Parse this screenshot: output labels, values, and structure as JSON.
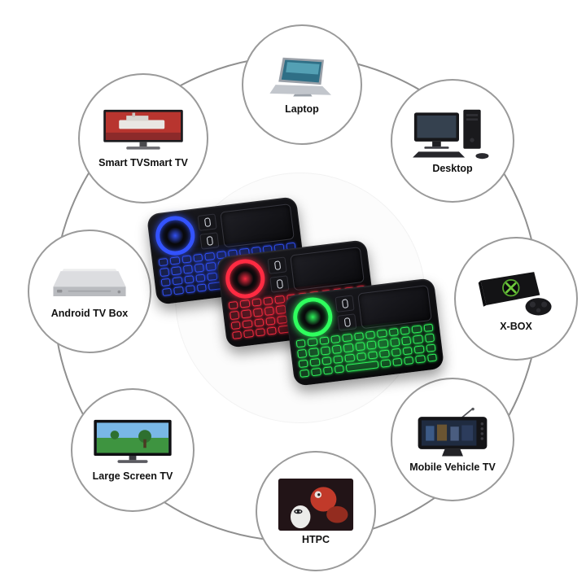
{
  "background": "#ffffff",
  "ring": {
    "color": "#8f8f8f"
  },
  "nodes": [
    {
      "id": "laptop",
      "label": "Laptop"
    },
    {
      "id": "desktop",
      "label": "Desktop"
    },
    {
      "id": "xbox",
      "label": "X-BOX"
    },
    {
      "id": "mobile-vehicle-tv",
      "label": "Mobile Vehicle TV"
    },
    {
      "id": "htpc",
      "label": "HTPC"
    },
    {
      "id": "large-screen-tv",
      "label": "Large Screen TV"
    },
    {
      "id": "android-tv-box",
      "label": "Android TV Box"
    },
    {
      "id": "smart-tv",
      "label": "Smart TVSmart TV"
    }
  ],
  "keyboards": [
    {
      "name": "blue-backlit-mini-keyboard",
      "glow": "#3353ff"
    },
    {
      "name": "red-backlit-mini-keyboard",
      "glow": "#ff2b42"
    },
    {
      "name": "green-backlit-mini-keyboard",
      "glow": "#2fff5e"
    }
  ]
}
